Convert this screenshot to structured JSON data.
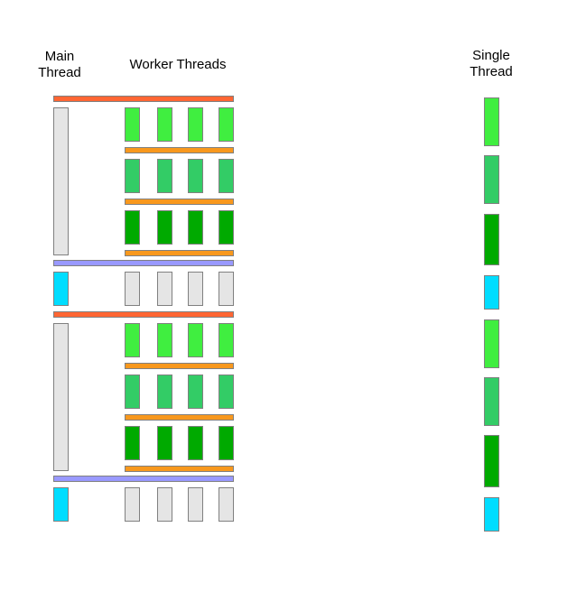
{
  "labels": {
    "main_thread": "Main\nThread",
    "worker_threads": "Worker Threads",
    "single_thread": "Single\nThread"
  },
  "colors": {
    "sync_start": "#ff6633",
    "sync_phase": "#f8981d",
    "sync_end": "#9999ff",
    "main_wait": "#e5e5e5",
    "main_work": "#00ddff",
    "phase_1": "#40ee40",
    "phase_2": "#33cc66",
    "phase_3": "#00aa00",
    "worker_idle": "#e5e5e5"
  },
  "cycles": [
    {
      "name": "cycle-1",
      "phases": [
        "phase_1",
        "phase_2",
        "phase_3"
      ],
      "main_task": "main_work"
    },
    {
      "name": "cycle-2",
      "phases": [
        "phase_1",
        "phase_2",
        "phase_3"
      ],
      "main_task": "main_work"
    }
  ],
  "worker_count": 4,
  "single_thread_sequence": [
    "phase_1",
    "phase_2",
    "phase_3",
    "main_work",
    "phase_1",
    "phase_2",
    "phase_3",
    "main_work"
  ]
}
